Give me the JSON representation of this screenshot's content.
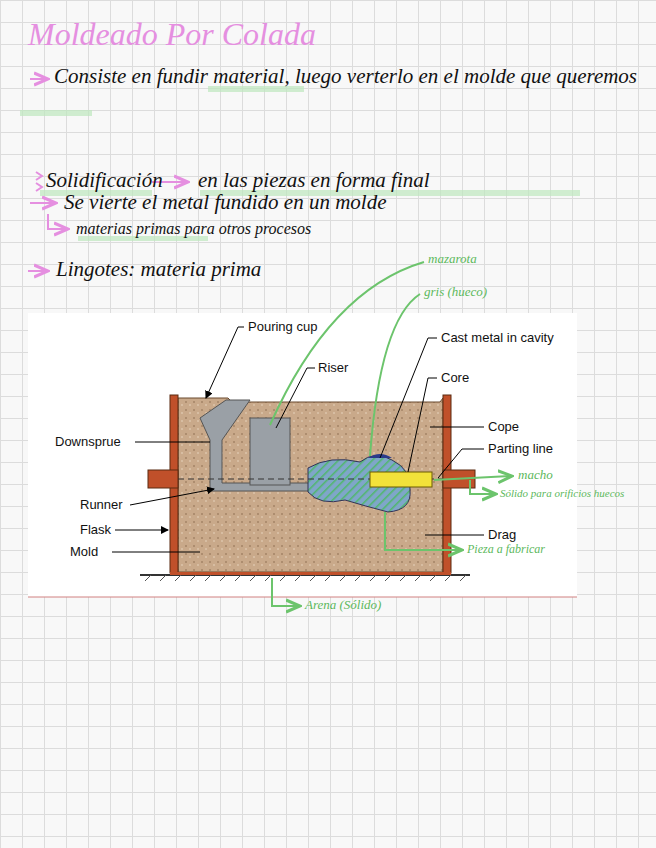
{
  "diagram": {
    "title": "Moldeado Por Colada",
    "labels": [
      "Consiste en fundir material, luego verterlo en el molde que queremos",
      "Solidificación",
      "en las piezas en forma final",
      "Se vierte el metal fundido en un molde",
      "materias primas para otros procesos",
      "Lingotes: materia prima",
      "mazarota",
      "gris (hueco)",
      "Pouring cup",
      "Riser",
      "Cast metal in cavity",
      "Core",
      "Cope",
      "Parting line",
      "Downsprue",
      "macho",
      "Sólido para orificios huecos",
      "Runner",
      "Flask",
      "Mold",
      "Drag",
      "Pieza a fabricar",
      "Arena (Sólido)"
    ]
  }
}
